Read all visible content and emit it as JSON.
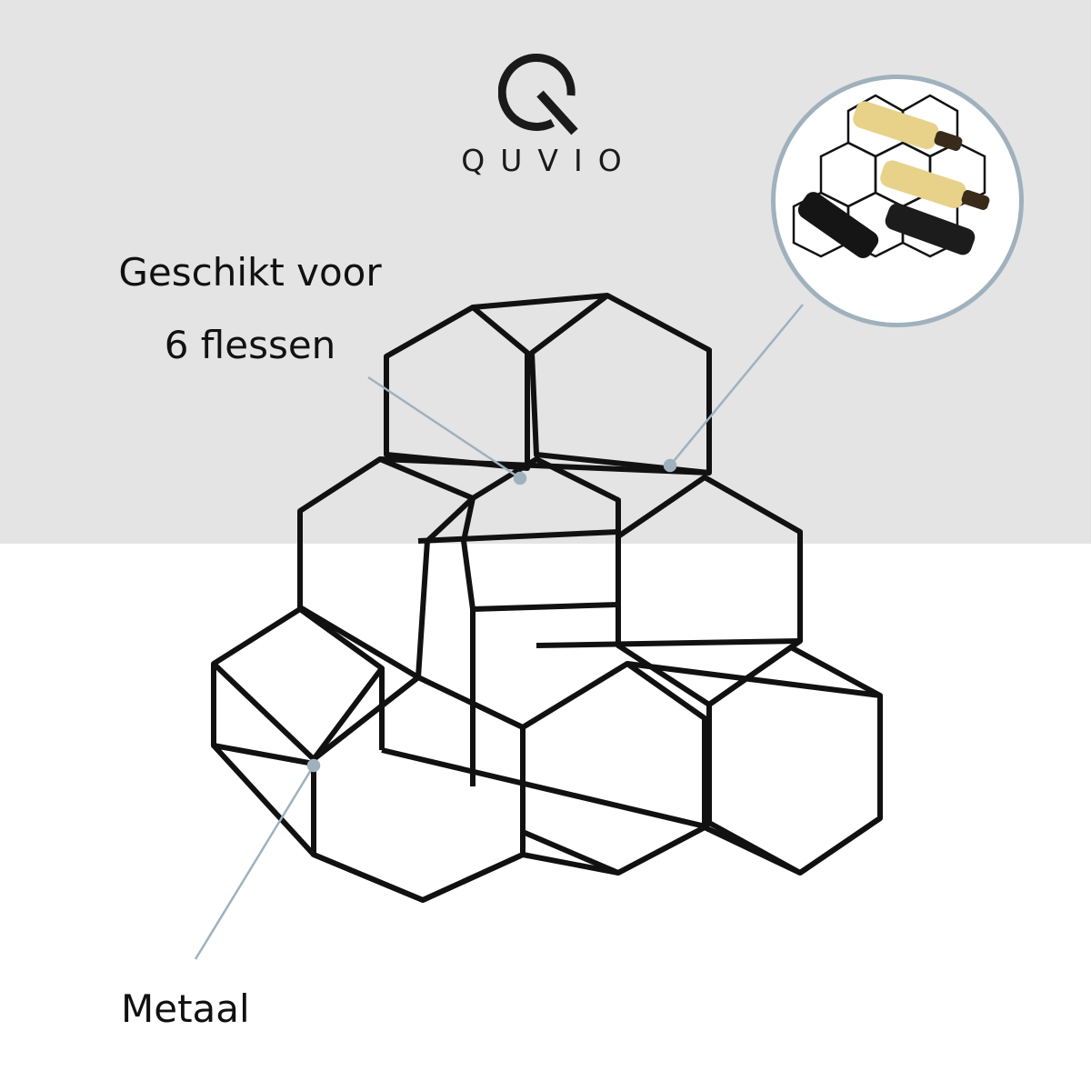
{
  "brand": {
    "name": "QUVIO",
    "mark_icon": "quvio-q-logo-icon"
  },
  "callouts": {
    "bottles_line1": "Geschikt voor",
    "bottles_line2": "6 flessen",
    "material": "Metaal"
  },
  "colors": {
    "top_background": "#e4e4e4",
    "bottom_background": "#ffffff",
    "rack": "#111111",
    "callout_line": "#9fb1bd"
  },
  "product": {
    "name_icon": "hexagon-wine-rack-icon",
    "inset_icon": "wine-rack-with-bottles-icon"
  }
}
